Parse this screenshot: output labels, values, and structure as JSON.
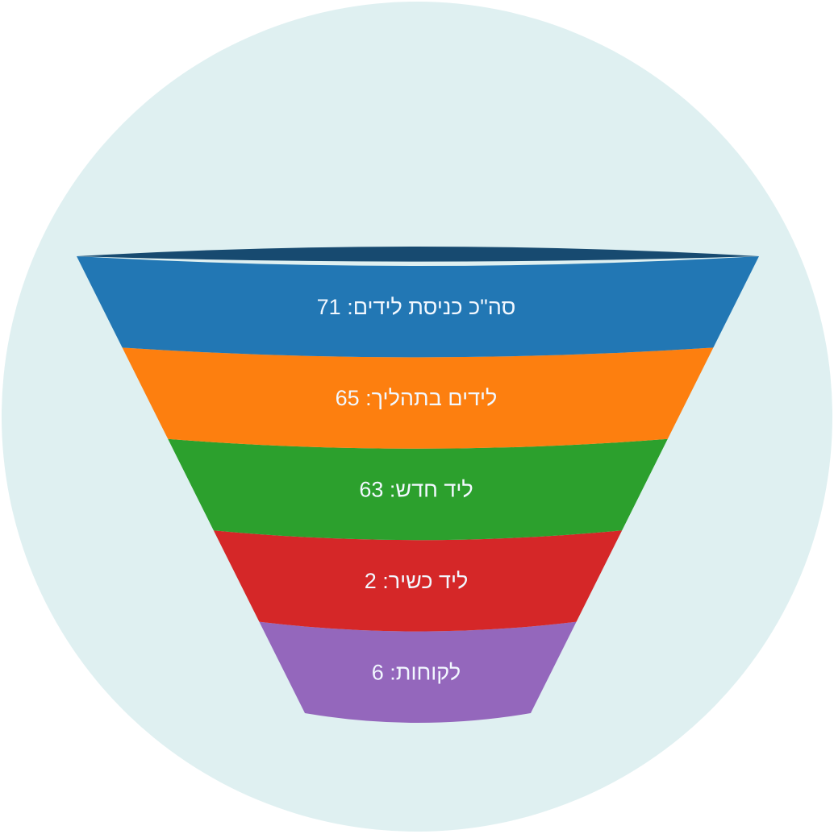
{
  "chart_data": {
    "type": "funnel",
    "title": "",
    "stages": [
      {
        "label": "סה\"כ כניסת לידים",
        "value": 71,
        "text": "סה\"כ כניסת לידים: 71",
        "color": "#2277b4"
      },
      {
        "label": "לידים בתהליך",
        "value": 65,
        "text": "לידים בתהליך: 65",
        "color": "#fd7f0f"
      },
      {
        "label": "ליד חדש",
        "value": 63,
        "text": "ליד חדש: 63",
        "color": "#2ca02d"
      },
      {
        "label": "ליד כשיר",
        "value": 2,
        "text": "ליד כשיר: 2",
        "color": "#d52728"
      },
      {
        "label": "לקוחות",
        "value": 6,
        "text": "לקוחות: 6",
        "color": "#9467bc"
      }
    ],
    "background_color": "#dff0f1",
    "top_rim_color": "#174a70"
  }
}
